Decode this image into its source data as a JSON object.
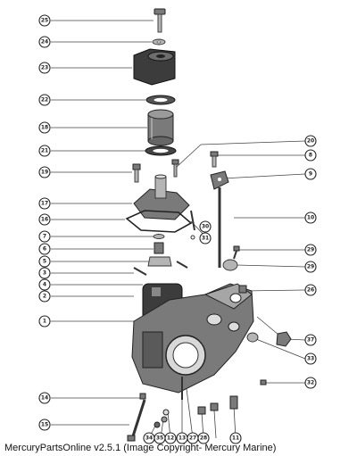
{
  "caption": "MercuryPartsOnline v2.5.1 (Image Copyright- Mercury Marine)",
  "callouts": {
    "c25": "25",
    "c24": "24",
    "c23": "23",
    "c22": "22",
    "c18": "18",
    "c21": "21",
    "c19": "19",
    "c17": "17",
    "c16": "16",
    "c7": "7",
    "c6": "6",
    "c5": "5",
    "c3": "3",
    "c4": "4",
    "c2": "2",
    "c1": "1",
    "c14": "14",
    "c15": "15",
    "c34": "34",
    "c35": "35",
    "c12": "12",
    "c13": "13",
    "c27": "27",
    "c28": "28",
    "c11": "11",
    "c20": "20",
    "c8": "8",
    "c9": "9",
    "c30": "30",
    "c31": "31",
    "c10": "10",
    "c29a": "29",
    "c29b": "29",
    "c26": "26",
    "c37": "37",
    "c33": "33",
    "c32": "32"
  }
}
